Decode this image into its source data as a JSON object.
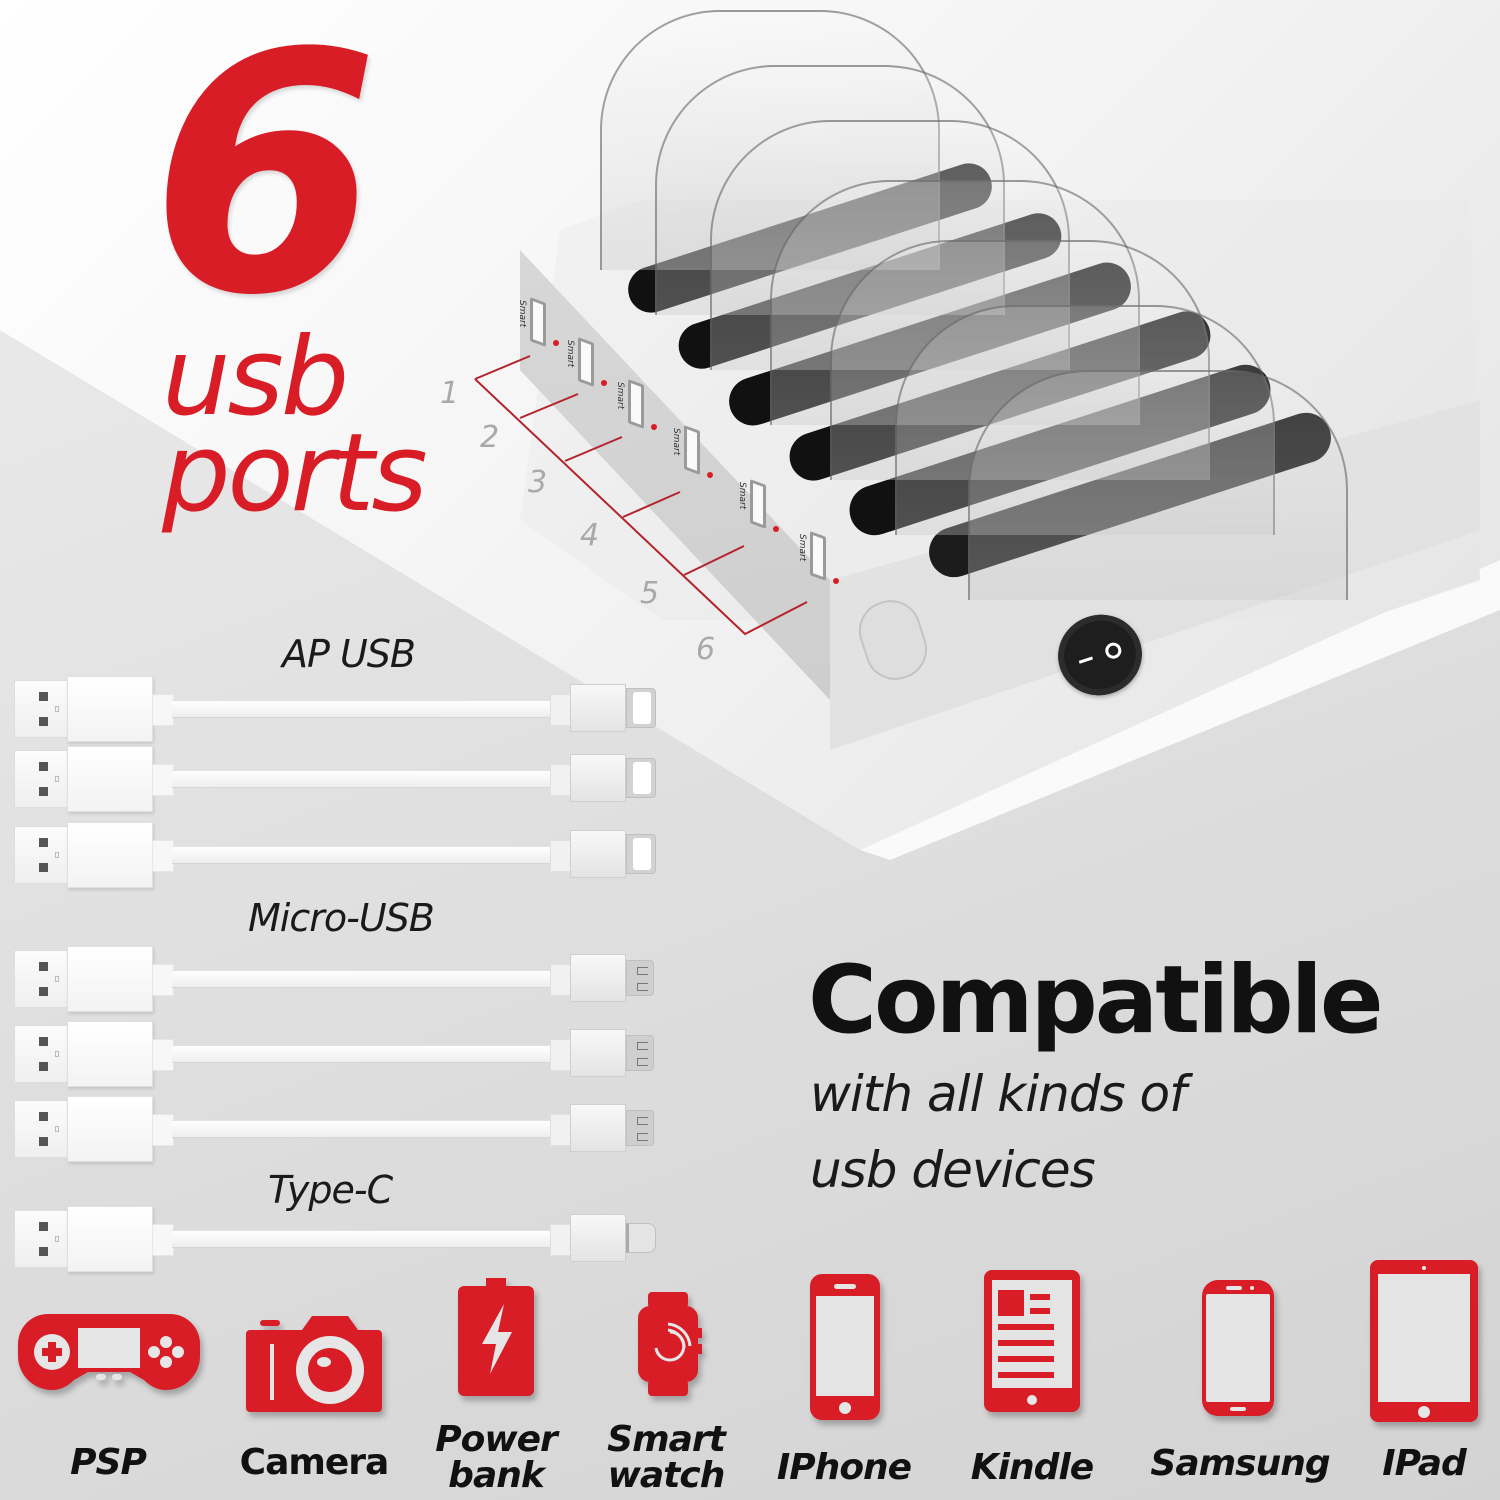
{
  "headline": {
    "number": "6",
    "line1": "usb",
    "line2": "ports"
  },
  "station": {
    "port_label": "Smart",
    "ports": [
      {
        "num": "1"
      },
      {
        "num": "2"
      },
      {
        "num": "3"
      },
      {
        "num": "4"
      },
      {
        "num": "5"
      },
      {
        "num": "6"
      }
    ],
    "switch": {
      "on_symbol": "I",
      "off_symbol": "O"
    }
  },
  "cables": {
    "groups": [
      {
        "title": "AP USB",
        "connector": "lightning",
        "count": 3
      },
      {
        "title": "Micro-USB",
        "connector": "micro-usb",
        "count": 3
      },
      {
        "title": "Type-C",
        "connector": "type-c",
        "count": 1
      }
    ]
  },
  "compatible": {
    "title": "Compatible",
    "subtitle_line1": "with all kinds of",
    "subtitle_line2": "usb devices"
  },
  "devices": [
    {
      "label": "PSP",
      "icon": "gamepad-icon"
    },
    {
      "label": "Camera",
      "icon": "camera-icon"
    },
    {
      "label_line1": "Power",
      "label_line2": "bank",
      "icon": "battery-bolt-icon"
    },
    {
      "label_line1": "Smart",
      "label_line2": "watch",
      "icon": "smartwatch-icon"
    },
    {
      "label": "IPhone",
      "icon": "phone-icon"
    },
    {
      "label": "Kindle",
      "icon": "ereader-icon"
    },
    {
      "label": "Samsung",
      "icon": "android-phone-icon"
    },
    {
      "label": "IPad",
      "icon": "tablet-icon"
    }
  ],
  "colors": {
    "brand_red": "#d81d27",
    "callout_red": "#b3242b",
    "text_dark": "#111111",
    "port_number_grey": "#a9a9a9"
  }
}
